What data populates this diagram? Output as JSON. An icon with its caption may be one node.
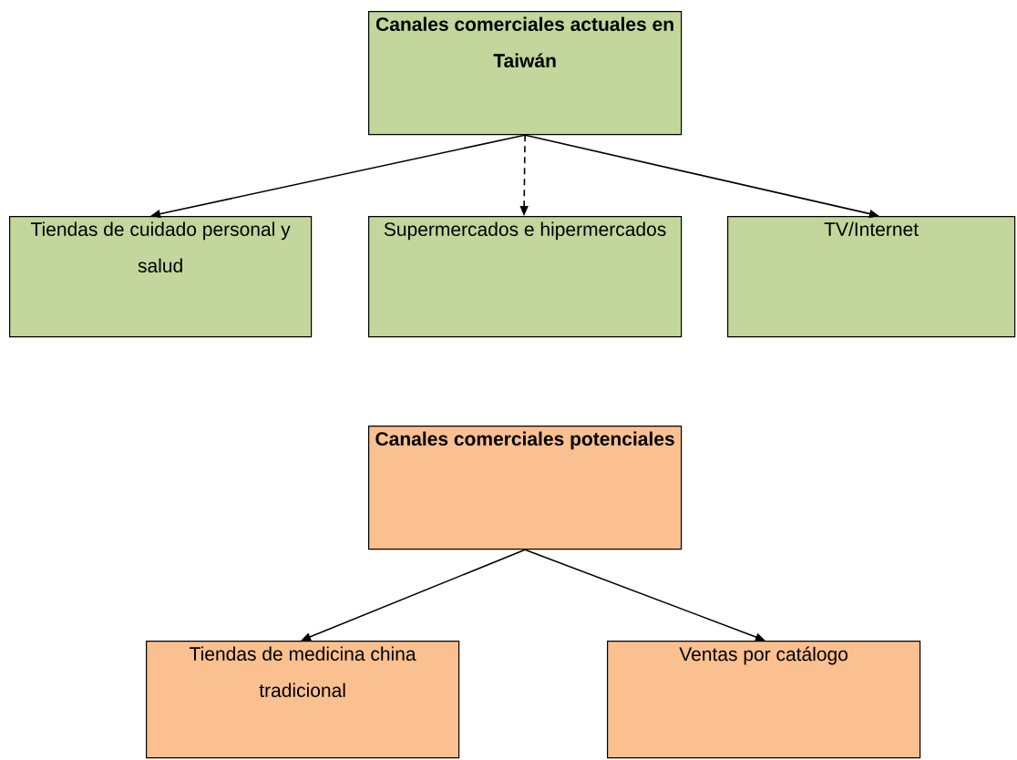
{
  "diagram": {
    "nodes": [
      {
        "text": [
          "**Canales comerciales actuales en Taiwán**"
        ]
      },
      {
        "text": [
          "Tiendas de cuidado personal y salud"
        ]
      },
      {
        "text": [
          "Supermercados e hipermercados"
        ]
      },
      {
        "text": [
          "TV/Internet"
        ]
      },
      {
        "text": [
          "**Canales comerciales potenciales**"
        ]
      },
      {
        "text": [
          "Tiendas de medicina china tradicional"
        ]
      },
      {
        "text": [
          "Ventas por catálogo"
        ]
      }
    ],
    "edges": [
      {
        "from": 0,
        "to": 1,
        "arrow": "to"
      },
      {
        "from": 0,
        "to": 2,
        "arrow": "to",
        "style": "dashed"
      },
      {
        "from": 0,
        "to": 3,
        "arrow": "to"
      },
      {
        "from": 4,
        "to": 5,
        "arrow": "to"
      },
      {
        "from": 4,
        "to": 6,
        "arrow": "to"
      }
    ]
  }
}
